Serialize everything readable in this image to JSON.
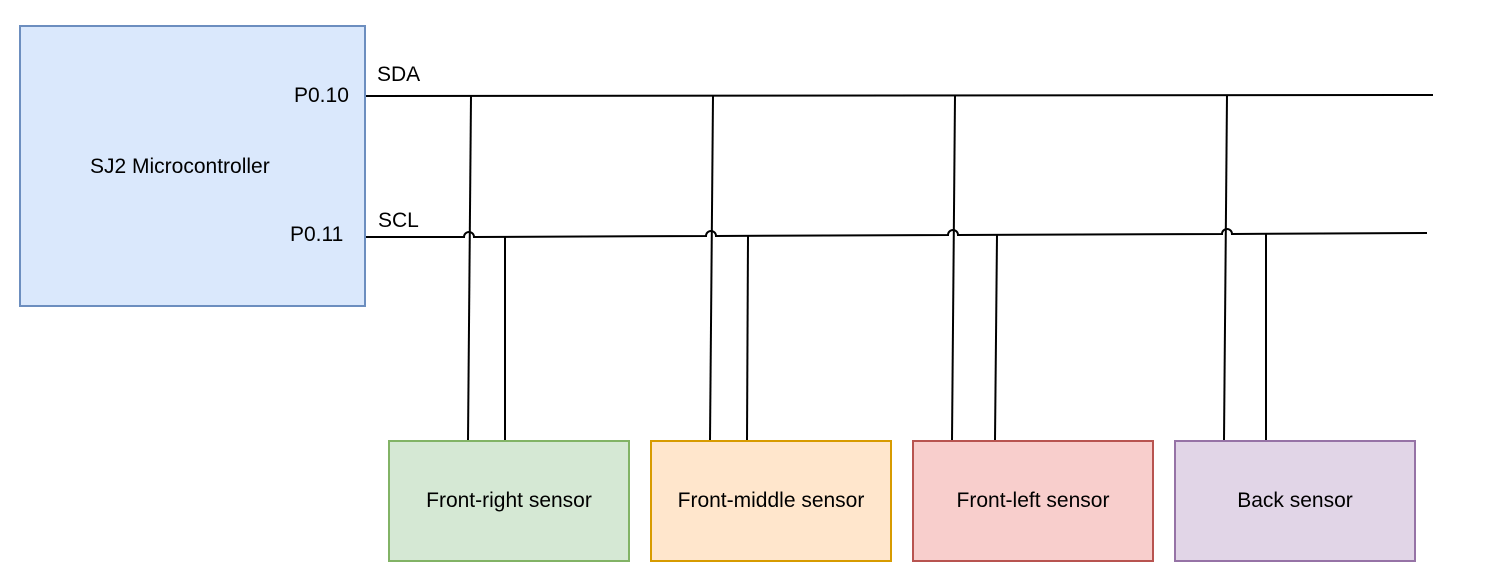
{
  "controller": {
    "label": "SJ2 Microcontroller",
    "pin_sda": "P0.10",
    "pin_scl": "P0.11"
  },
  "buses": {
    "sda": "SDA",
    "scl": "SCL"
  },
  "sensors": [
    {
      "label": "Front-right sensor",
      "fill": "#d5e8d4",
      "stroke": "#82b366"
    },
    {
      "label": "Front-middle sensor",
      "fill": "#ffe6cc",
      "stroke": "#d79b00"
    },
    {
      "label": "Front-left sensor",
      "fill": "#f8cecc",
      "stroke": "#b85450"
    },
    {
      "label": "Back sensor",
      "fill": "#e1d5e7",
      "stroke": "#9673a6"
    }
  ],
  "colors": {
    "controller_fill": "#dae8fc",
    "controller_stroke": "#6c8ebf",
    "wire": "#000000"
  }
}
